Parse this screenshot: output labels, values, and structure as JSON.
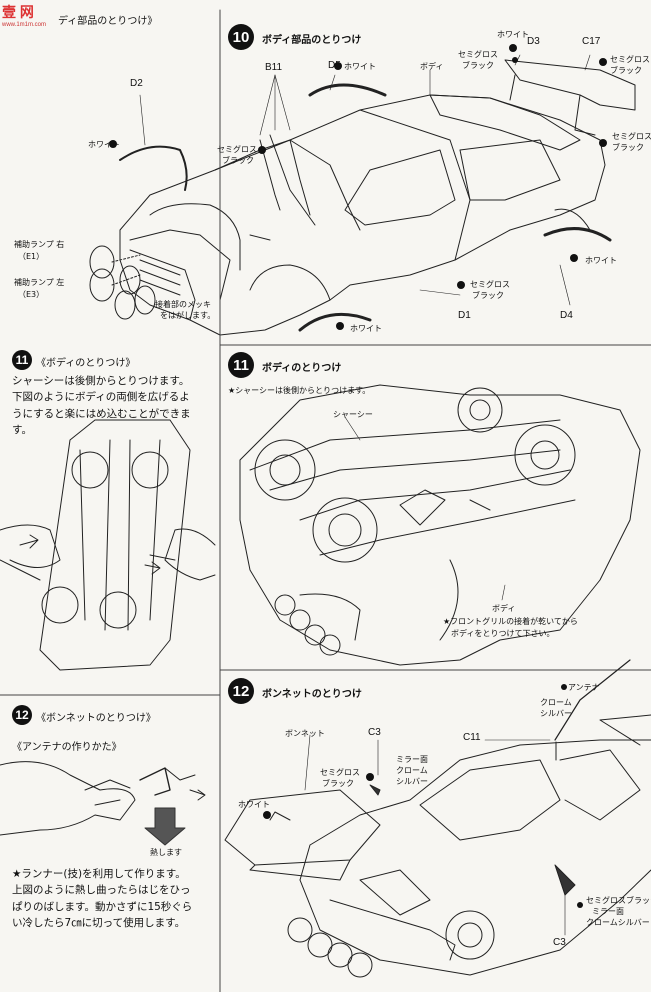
{
  "watermark": {
    "logo_text": "壹 网",
    "url": "www.1m1m.com"
  },
  "step9": {
    "title_fragment": "ディ部品のとりつけ》",
    "parts": {
      "d2": "D2",
      "white": "ホワイト",
      "aux_right": "補助ランプ 右",
      "aux_right_code": "（E1）",
      "aux_left": "補助ランプ 左",
      "aux_left_code": "（E3）",
      "plating1": "接着部のメッキ",
      "plating2": "をはがします。"
    }
  },
  "step10": {
    "number": "10",
    "title": "ボディ部品のとりつけ",
    "labels": {
      "b11": "B11",
      "d5": "D5",
      "white1": "ホワイト",
      "body": "ボディ",
      "semigloss1a": "セミグロス",
      "semigloss1b": "ブラック",
      "white2": "ホワイト",
      "d3": "D3",
      "c17": "C17",
      "semigloss2a": "セミグロス",
      "semigloss2b": "ブラック",
      "semigloss3a": "セミグロス",
      "semigloss3b": "ブラック",
      "semigloss4a": "セミグロス",
      "semigloss4b": "ブラック",
      "semigloss5a": "セミグロス",
      "semigloss5b": "ブラック",
      "white3": "ホワイト",
      "white4": "ホワイト",
      "d1": "D1",
      "d4": "D4"
    }
  },
  "step11_left": {
    "number": "11",
    "title": "《ボディのとりつけ》",
    "text": [
      "シャーシーは後側からとりつけます。",
      "下図のようにボディの両側を広げるよ",
      "うにすると楽にはめ込むことができま",
      "す。"
    ]
  },
  "step11_right": {
    "number": "11",
    "title": "ボディのとりつけ",
    "note": "★シャーシーは後側からとりつけます。",
    "chassis": "シャーシー",
    "body": "ボディ",
    "note2a": "★フロントグリルの接着が乾いてから",
    "note2b": "ボディをとりつけて下さい。"
  },
  "step12_left": {
    "number": "12",
    "title": "《ボンネットのとりつけ》",
    "subtitle": "《アンテナの作りかた》",
    "heat": "熱します",
    "text": [
      "★ランナー(技)を利用して作ります。",
      "上図のように熱し曲ったらはじをひっ",
      "ぱりのばします。動かさずに15秒ぐら",
      "い冷したら7㎝に切って使用します。"
    ]
  },
  "step12_right": {
    "number": "12",
    "title": "ボンネットのとりつけ",
    "labels": {
      "antenna": "アンテナ",
      "chrome_silver_a": "クローム",
      "chrome_silver_b": "シルバー",
      "bonnet": "ボンネット",
      "c3a": "C3",
      "c11": "C11",
      "mirror_a": "ミラー面",
      "mirror_b": "クローム",
      "mirror_c": "シルバー",
      "semigloss_a": "セミグロス",
      "semigloss_b": "ブラック",
      "white": "ホワイト",
      "sgb": "セミグロスブラック",
      "mirror_face": "ミラー面",
      "chrome_silver": "クロームシルバー",
      "c3b": "C3"
    }
  }
}
